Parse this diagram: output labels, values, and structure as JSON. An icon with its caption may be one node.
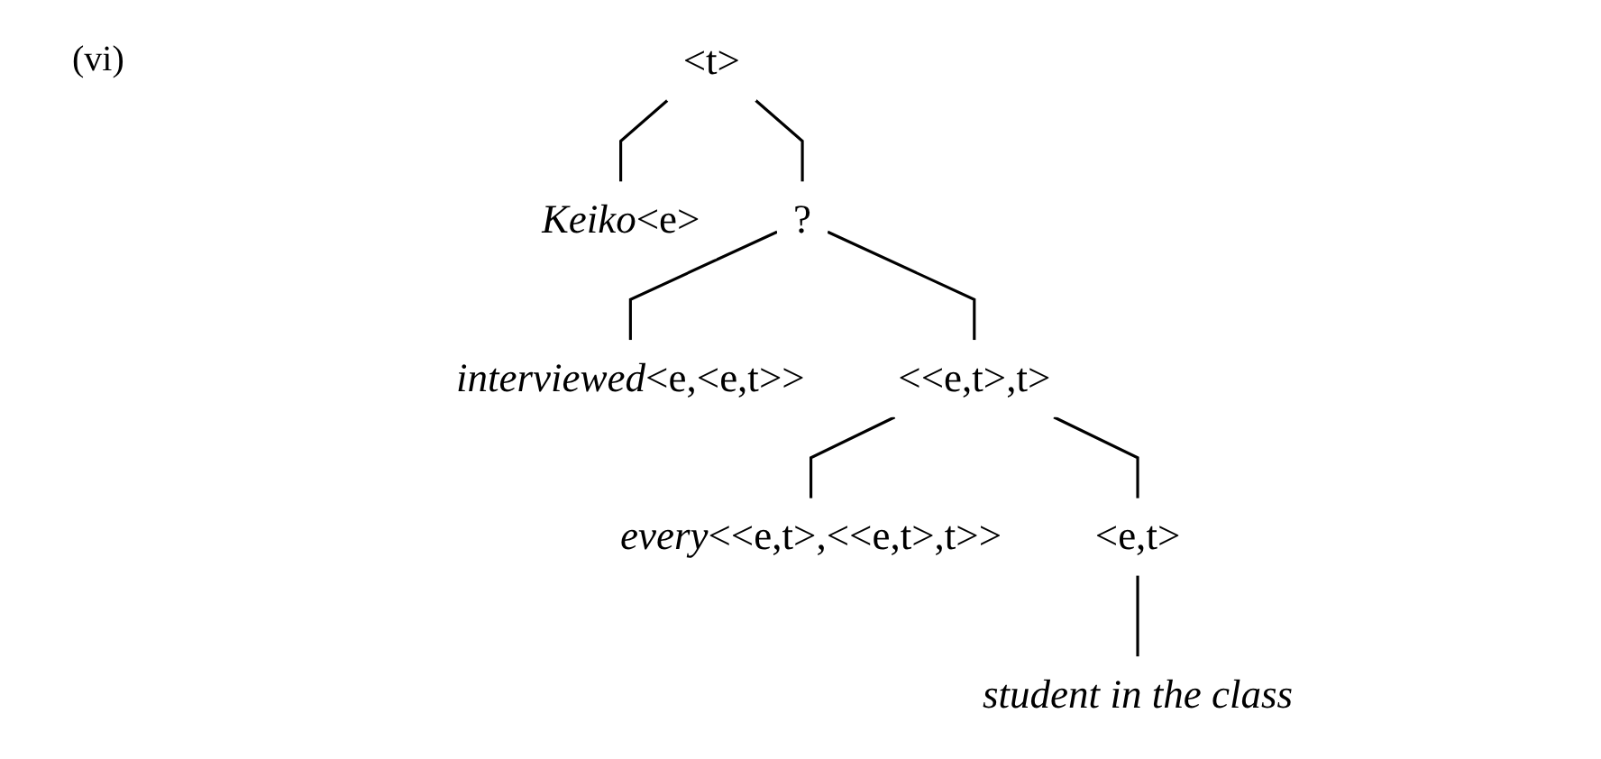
{
  "diagram": {
    "nodes": [
      {
        "text": [
          "<t>"
        ]
      },
      {
        "text": [
          "*Keiko*<e>"
        ]
      },
      {
        "text": [
          "?"
        ]
      },
      {
        "text": [
          "*interviewed*<e,<e,t>>"
        ]
      },
      {
        "text": [
          "<<e,t>,t>"
        ]
      },
      {
        "text": [
          "*every*<<e,t>,<<e,t>,t>>"
        ]
      },
      {
        "text": [
          "<e,t>"
        ]
      },
      {
        "text": [
          "*student in the class*"
        ]
      }
    ],
    "edges": [
      {
        "from": 0,
        "to": 1,
        "arrow": "none"
      },
      {
        "from": 0,
        "to": 2,
        "arrow": "none"
      },
      {
        "from": 2,
        "to": 3,
        "arrow": "none"
      },
      {
        "from": 2,
        "to": 4,
        "arrow": "none"
      },
      {
        "from": 4,
        "to": 5,
        "arrow": "none"
      },
      {
        "from": 4,
        "to": 6,
        "arrow": "none"
      },
      {
        "from": 6,
        "to": 7,
        "arrow": "none"
      }
    ],
    "labels": [
      "(vi)"
    ]
  }
}
